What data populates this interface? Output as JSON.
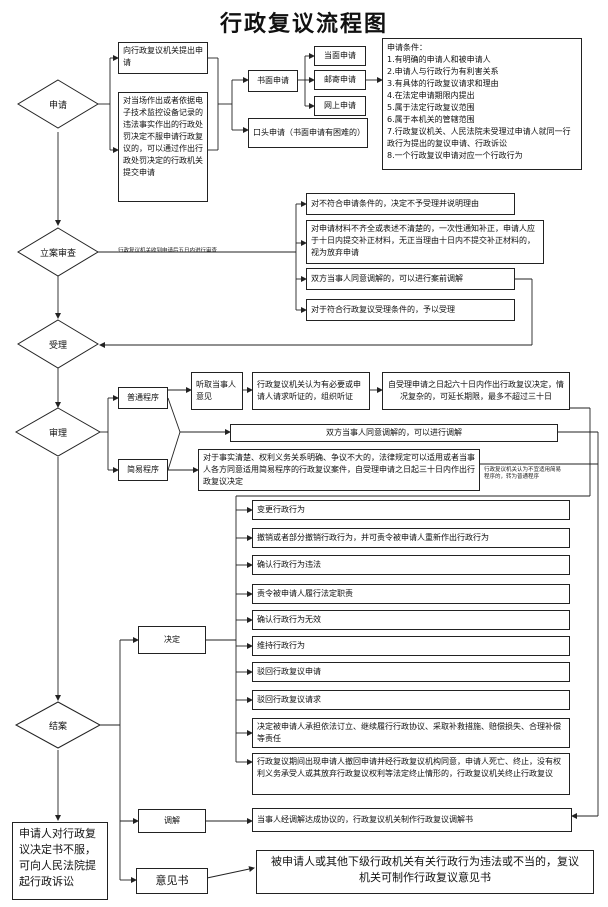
{
  "title": "行政复议流程图",
  "stages": {
    "apply": "申请",
    "filing": "立案审查",
    "accept": "受理",
    "trial": "审理",
    "close": "结案"
  },
  "apply": {
    "box1": "向行政复议机关提出申请",
    "box2": "对当场作出或者依据电子技术监控设备记录的违法事实作出的行政处罚决定不服申请行政复议的，可以通过作出行政处罚决定的行政机关提交申请",
    "written": "书面申请",
    "oral": "口头申请（书面申请有困难的）",
    "face": "当面申请",
    "mail": "邮寄申请",
    "online": "网上申请",
    "conditions_title": "申请条件：",
    "conditions": [
      "1.有明确的申请人和被申请人",
      "2.申请人与行政行为有利害关系",
      "3.有具体的行政复议请求和理由",
      "4.在法定申请期限内提出",
      "5.属于法定行政复议范围",
      "6.属于本机关的管辖范围",
      "7.行政复议机关、人民法院未受理过申请人就同一行政行为提出的复议申请、行政诉讼",
      "8.一个行政复议申请对应一个行政行为"
    ]
  },
  "filing": {
    "note": "行政复议机关收到申请后五日内进行审查",
    "r1": "对不符合申请条件的，决定不予受理并说明理由",
    "r2": "对申请材料不齐全或表述不清楚的，一次性通知补正，申请人应于十日内提交补正材料，无正当理由十日内不提交补正材料的，视为放弃申请",
    "r3": "双方当事人同意调解的，可以进行案前调解",
    "r4": "对于符合行政复议受理条件的，予以受理"
  },
  "trial": {
    "normal": "普通程序",
    "simple": "简易程序",
    "hear": "听取当事人意见",
    "hearing": "行政复议机关认为有必要或申请人请求听证的，组织听证",
    "deadline": "自受理申请之日起六十日内作出行政复议决定，情况复杂的，可延长期限，最多不超过三十日",
    "mediate": "双方当事人同意调解的，可以进行调解",
    "simple_desc": "对于事实清楚、权利义务关系明确、争议不大的，法律规定可以适用或者当事人各方同意适用简易程序的行政复议案件，自受理申请之日起三十日内作出行政复议决定",
    "switch_note": "行政复议机关认为不宜适用简易程序的，转为普通程序"
  },
  "decision": {
    "label": "决定",
    "items": [
      "变更行政行为",
      "撤销或者部分撤销行政行为，并可责令被申请人重新作出行政行为",
      "确认行政行为违法",
      "责令被申请人履行法定职责",
      "确认行政行为无效",
      "维持行政行为",
      "驳回行政复议申请",
      "驳回行政复议请求",
      "决定被申请人承担依法订立、继续履行行政协议、采取补救措施、赔偿损失、合理补偿等责任",
      "行政复议期间出现申请人撤回申请并经行政复议机构同意，申请人死亡、终止，没有权利义务承受人或其放弃行政复议权利等法定终止情形的，行政复议机关终止行政复议"
    ]
  },
  "mediation": {
    "label": "调解",
    "result": "当事人经调解达成协议的，行政复议机关制作行政复议调解书"
  },
  "litigation": "申请人对行政复议决定书不服，可向人民法院提起行政诉讼",
  "opinion": {
    "label": "意见书",
    "desc": "被申请人或其他下级行政机关有关行政行为违法或不当的，复议机关可制作行政复议意见书"
  }
}
